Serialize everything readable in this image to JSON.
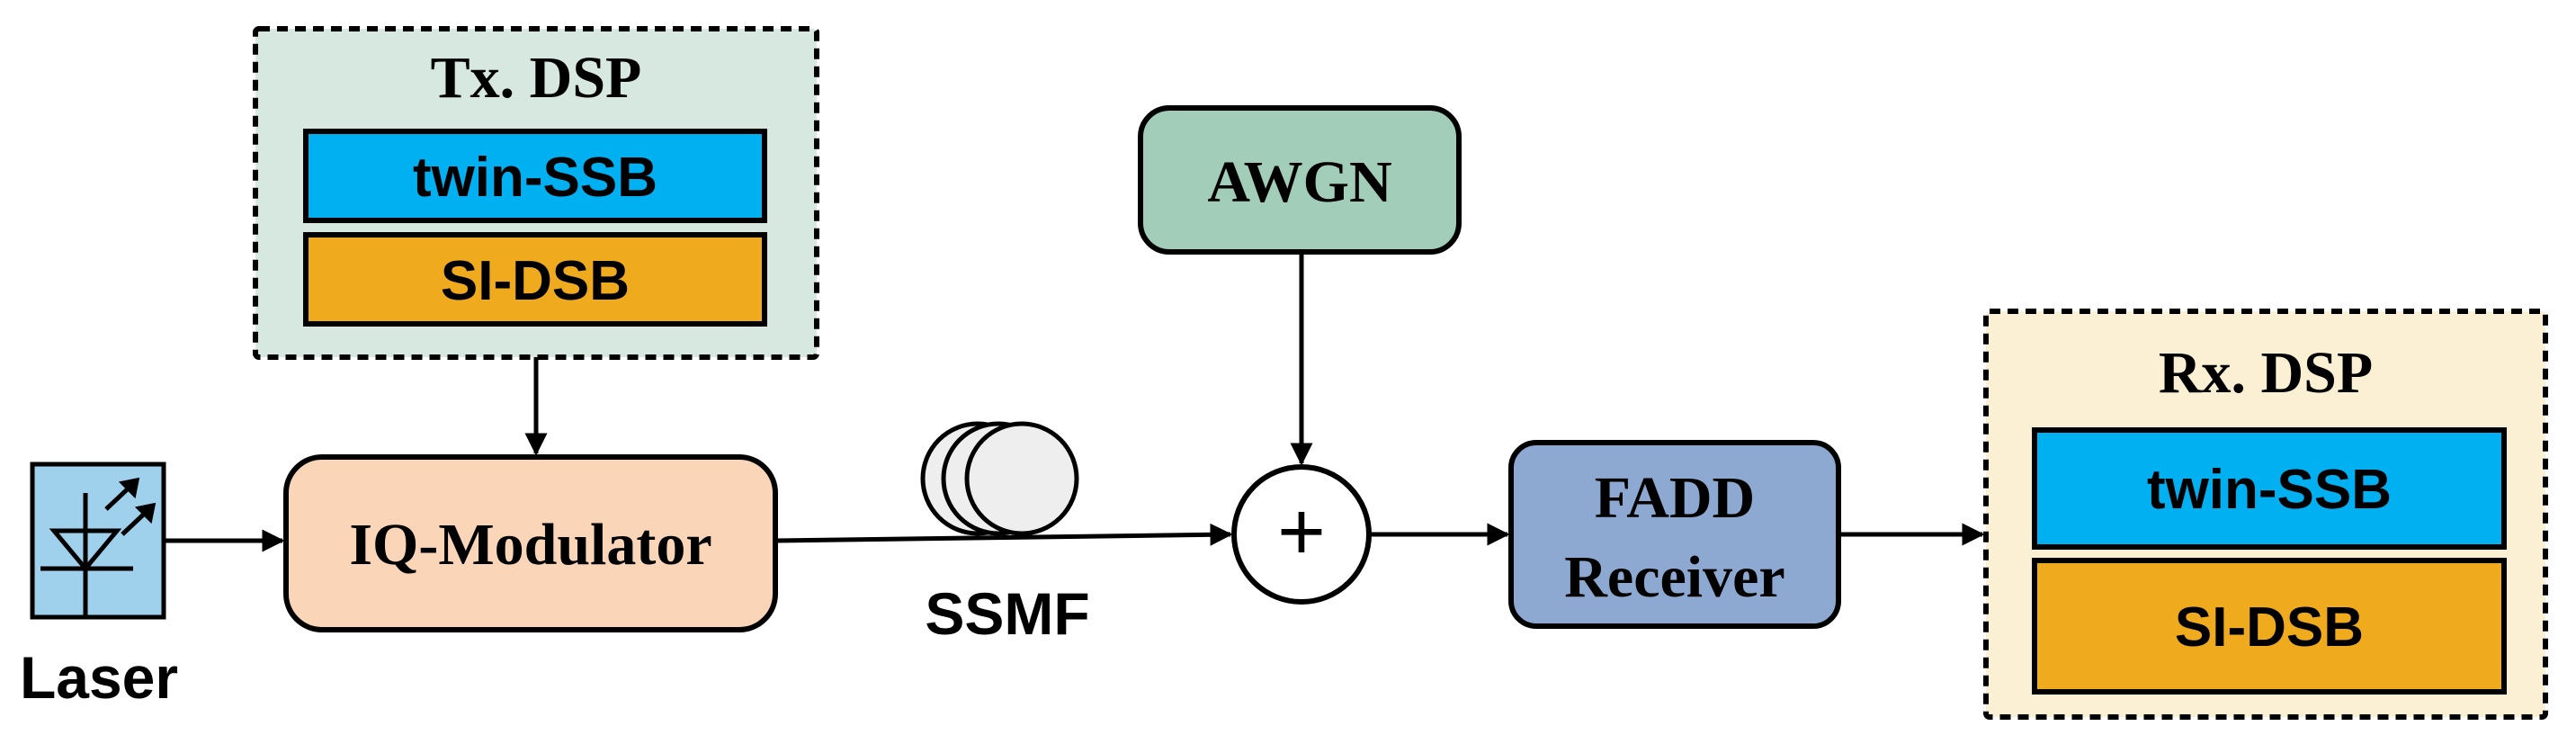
{
  "blocks": {
    "tx_dsp": {
      "title": "Tx. DSP",
      "item1": "twin-SSB",
      "item2": "SI-DSB"
    },
    "rx_dsp": {
      "title": "Rx. DSP",
      "item1": "twin-SSB",
      "item2": "SI-DSB"
    },
    "laser": {
      "label": "Laser"
    },
    "iq_modulator": {
      "label": "IQ-Modulator"
    },
    "ssmf": {
      "label": "SSMF"
    },
    "awgn": {
      "label": "AWGN"
    },
    "adder": {
      "symbol": "+"
    },
    "fadd_receiver": {
      "line1": "FADD",
      "line2": "Receiver"
    }
  },
  "colors": {
    "tx_dsp_bg": "#d6e8df",
    "rx_dsp_bg": "#fcf0d4",
    "twin_ssb": "#00b0f0",
    "si_dsb": "#f0aa1e",
    "laser_box": "#9fd0ec",
    "iq_modulator": "#fbd5b8",
    "awgn": "#a2cdb9",
    "fadd_receiver": "#8ea9d1",
    "fiber": "#eeeeee"
  },
  "icons": [
    "laser-diode-icon",
    "fiber-spool-icon",
    "summing-junction-icon"
  ]
}
